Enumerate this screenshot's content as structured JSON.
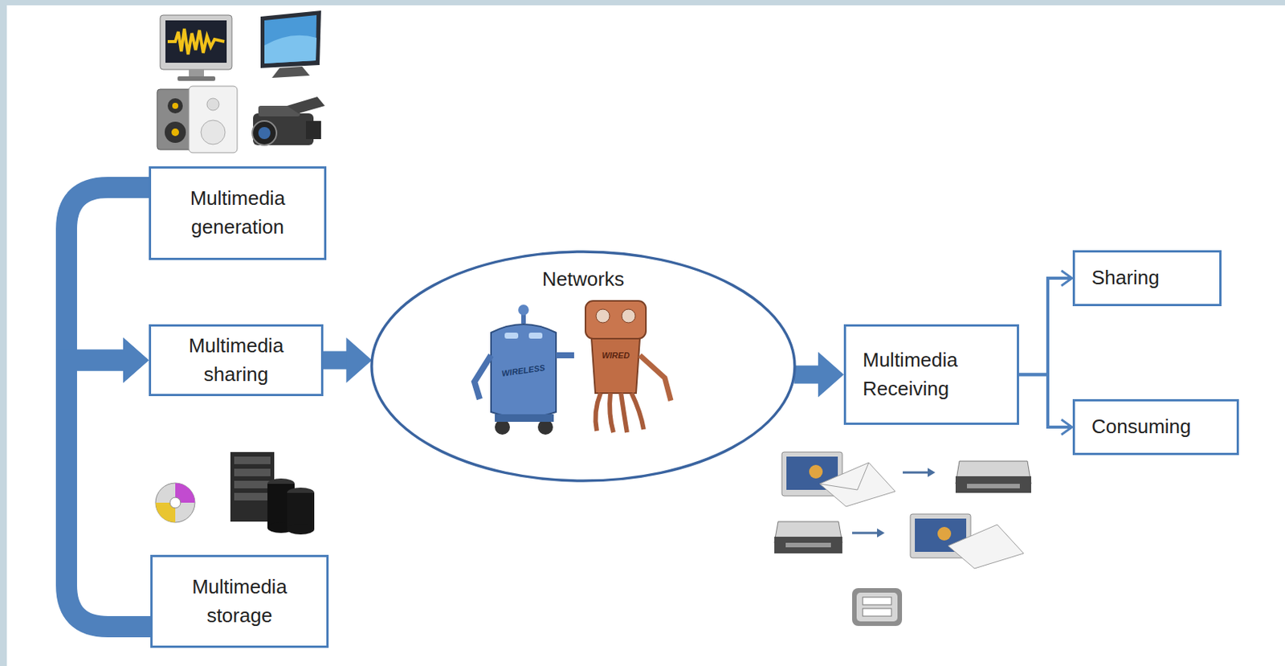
{
  "diagram": {
    "nodes": [
      {
        "text": [
          "Multimedia generation"
        ]
      },
      {
        "text": [
          "Multimedia sharing"
        ]
      },
      {
        "text": [
          "Multimedia storage"
        ]
      },
      {
        "text": [
          "Networks"
        ]
      },
      {
        "text": [
          "Multimedia Receiving"
        ]
      },
      {
        "text": [
          "Sharing"
        ]
      },
      {
        "text": [
          "Consuming"
        ]
      }
    ],
    "edges": [
      {
        "from": 0,
        "to": 1,
        "arrow": "to"
      },
      {
        "from": 2,
        "to": 1,
        "arrow": "to"
      },
      {
        "from": 1,
        "to": 3,
        "arrow": "to"
      },
      {
        "from": 3,
        "to": 4,
        "arrow": "to"
      },
      {
        "from": 4,
        "to": 5,
        "arrow": "to"
      },
      {
        "from": 4,
        "to": 6,
        "arrow": "to"
      }
    ],
    "labels": [
      "WIRELESS",
      "WIRED"
    ]
  }
}
